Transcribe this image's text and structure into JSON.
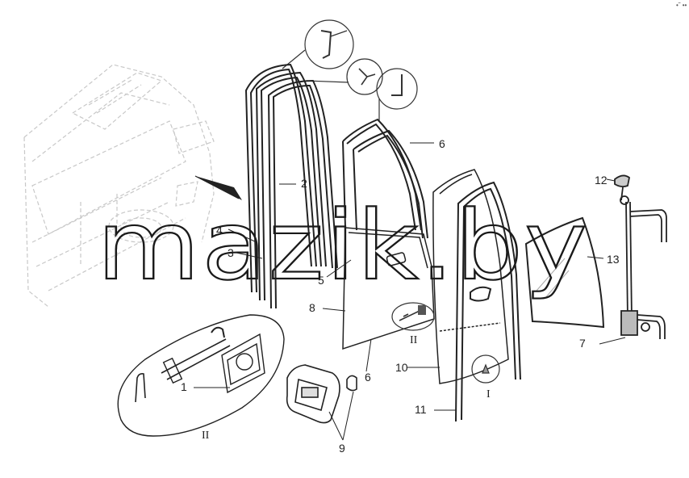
{
  "diagram": {
    "callouts": [
      "1",
      "2",
      "3",
      "4",
      "5",
      "6",
      "6",
      "7",
      "8",
      "9",
      "10",
      "11",
      "12",
      "13"
    ],
    "views": [
      "I",
      "II",
      "II"
    ],
    "watermark": "mazik.by",
    "corner_mark": "•˜ ••"
  }
}
